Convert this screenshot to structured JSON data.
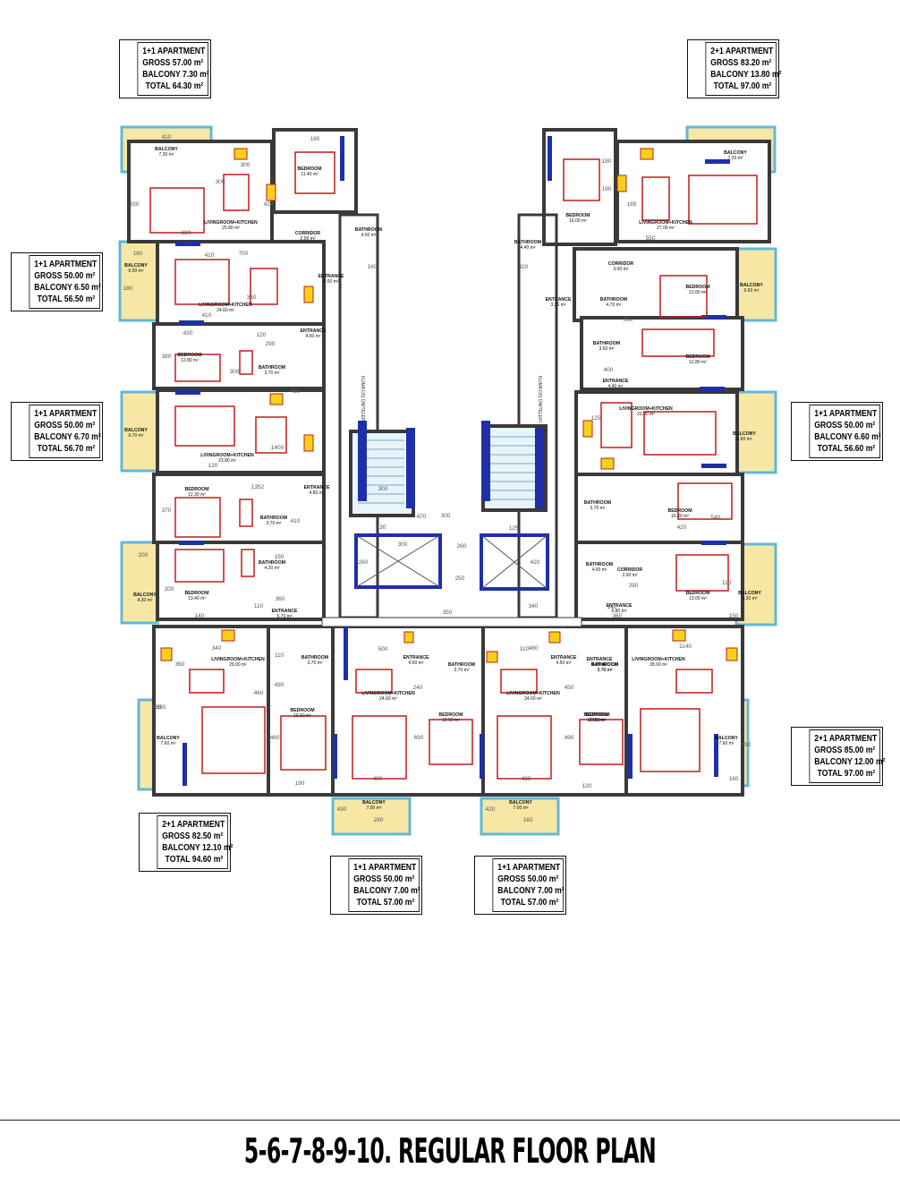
{
  "page_title": "5-6-7-8-9-10. REGULAR FLOOR PLAN",
  "colors": {
    "wall": "#3a3a3a",
    "furniture": "#c41a1a",
    "window": "#1f2fa8",
    "balcony": "#f6e7a4",
    "glass": "#62b8d8",
    "dim": "#555555"
  },
  "apartments": [
    {
      "id": "a1",
      "type": "1+1 APARTMENT",
      "gross": "GROSS 57.00 m²",
      "balcony": "BALCONY 7.30 m²",
      "total": "TOTAL 64.30 m²"
    },
    {
      "id": "a2",
      "type": "2+1 APARTMENT",
      "gross": "GROSS 83.20 m²",
      "balcony": "BALCONY 13.80 m²",
      "total": "TOTAL 97.00 m²"
    },
    {
      "id": "a3",
      "type": "1+1 APARTMENT",
      "gross": "GROSS 50.00 m²",
      "balcony": "BALCONY 6.50 m²",
      "total": "TOTAL 56.50 m²"
    },
    {
      "id": "a4",
      "type": "1+1 APARTMENT",
      "gross": "GROSS 50.00 m²",
      "balcony": "BALCONY 6.70 m²",
      "total": "TOTAL 56.70 m²"
    },
    {
      "id": "a5",
      "type": "1+1 APARTMENT",
      "gross": "GROSS 50.00 m²",
      "balcony": "BALCONY 6.60 m²",
      "total": "TOTAL 56.60 m²"
    },
    {
      "id": "a6",
      "type": "2+1 APARTMENT",
      "gross": "GROSS 85.00 m²",
      "balcony": "BALCONY 12.00 m²",
      "total": "TOTAL 97.00 m²"
    },
    {
      "id": "a7",
      "type": "2+1 APARTMENT",
      "gross": "GROSS 82.50 m²",
      "balcony": "BALCONY 12.10 m²",
      "total": "TOTAL 94.60 m²"
    },
    {
      "id": "a8",
      "type": "1+1 APARTMENT",
      "gross": "GROSS 50.00 m²",
      "balcony": "BALCONY 7.00 m²",
      "total": "TOTAL 57.00 m²"
    },
    {
      "id": "a9",
      "type": "1+1 APARTMENT",
      "gross": "GROSS 50.00 m²",
      "balcony": "BALCONY 7.00 m²",
      "total": "TOTAL 57.00 m²"
    }
  ],
  "rooms": [
    {
      "name": "BALCONY",
      "area": "7.30 m²"
    },
    {
      "name": "BEDROOM",
      "area": "11.40 m²"
    },
    {
      "name": "LIVINGROOM+KITCHEN",
      "area": "25.80 m²"
    },
    {
      "name": "CORRIDOR",
      "area": "2.00 m²"
    },
    {
      "name": "BATHROOM",
      "area": "4.00 m²"
    },
    {
      "name": "ENTRANCE",
      "area": "5.00 m²"
    },
    {
      "name": "BALCONY",
      "area": "6.50 m²"
    },
    {
      "name": "LIVINGROOM+KITCHEN",
      "area": "24.60 m²"
    },
    {
      "name": "ENTRANCE",
      "area": "4.00 m²"
    },
    {
      "name": "BEDROOM",
      "area": "12.80 m²"
    },
    {
      "name": "BATHROOM",
      "area": "3.70 m²"
    },
    {
      "name": "BALCONY",
      "area": "6.70 m²"
    },
    {
      "name": "LIVINGROOM+KITCHEN",
      "area": "23.80 m²"
    },
    {
      "name": "ENTRANCE",
      "area": "4.80 m²"
    },
    {
      "name": "BEDROOM",
      "area": "12.30 m²"
    },
    {
      "name": "BATHROOM",
      "area": "3.70 m²"
    },
    {
      "name": "BATHROOM",
      "area": "4.20 m²"
    },
    {
      "name": "BEDROOM",
      "area": "13.40 m²"
    },
    {
      "name": "BALCONY",
      "area": "4.30 m²"
    },
    {
      "name": "ENTRANCE",
      "area": "5.70 m²"
    },
    {
      "name": "LIVINGROOM+KITCHEN",
      "area": "29.00 m²"
    },
    {
      "name": "BATHROOM",
      "area": "3.70 m²"
    },
    {
      "name": "BEDROOM",
      "area": "16.60 m²"
    },
    {
      "name": "BALCONY",
      "area": "7.60 m²"
    },
    {
      "name": "ENTRANCE",
      "area": "4.50 m²"
    },
    {
      "name": "BATHROOM",
      "area": "3.70 m²"
    },
    {
      "name": "LIVINGROOM+KITCHEN",
      "area": "24.60 m²"
    },
    {
      "name": "BEDROOM",
      "area": "12.50 m²"
    },
    {
      "name": "BALCONY",
      "area": "7.00 m²"
    },
    {
      "name": "ENTRANCE",
      "area": "4.50 m²"
    },
    {
      "name": "BATHROOM",
      "area": "3.70 m²"
    },
    {
      "name": "LIVINGROOM+KITCHEN",
      "area": "24.60 m²"
    },
    {
      "name": "BEDROOM",
      "area": "12.50 m²"
    },
    {
      "name": "BALCONY",
      "area": "7.00 m²"
    },
    {
      "name": "LIVINGROOM+KITCHEN",
      "area": "28.00 m²"
    },
    {
      "name": "BATHROOM",
      "area": "3.70 m²"
    },
    {
      "name": "BEDROOM",
      "area": "12.50 m²"
    },
    {
      "name": "BALCONY",
      "area": "7.60 m²"
    },
    {
      "name": "BALCONY",
      "area": "7.20 m²"
    },
    {
      "name": "BEDROOM",
      "area": "16.00 m²"
    },
    {
      "name": "LIVINGROOM+KITCHEN",
      "area": "27.00 m²"
    },
    {
      "name": "BATHROOM",
      "area": "4.40 m²"
    },
    {
      "name": "CORRIDOR",
      "area": "3.00 m²"
    },
    {
      "name": "ENTRANCE",
      "area": "3.25 m²"
    },
    {
      "name": "BATHROOM",
      "area": "4.70 m²"
    },
    {
      "name": "BEDROOM",
      "area": "12.60 m²"
    },
    {
      "name": "BALCONY",
      "area": "6.60 m²"
    },
    {
      "name": "BATHROOM",
      "area": "3.60 m²"
    },
    {
      "name": "BEDROOM",
      "area": "12.80 m²"
    },
    {
      "name": "ENTRANCE",
      "area": "4.40 m²"
    },
    {
      "name": "LIVINGROOM+KITCHEN",
      "area": "23.00 m²"
    },
    {
      "name": "BALCONY",
      "area": "6.60 m²"
    },
    {
      "name": "BATHROOM",
      "area": "3.70 m²"
    },
    {
      "name": "BEDROOM",
      "area": "16.20 m²"
    },
    {
      "name": "BATHROOM",
      "area": "4.00 m²"
    },
    {
      "name": "CORRIDOR",
      "area": "2.00 m²"
    },
    {
      "name": "BEDROOM",
      "area": "13.00 m²"
    },
    {
      "name": "BALCONY",
      "area": "4.30 m²"
    },
    {
      "name": "ENTRANCE",
      "area": "5.80 m²"
    },
    {
      "name": "ENTRANCE",
      "area": "4.00 m²"
    }
  ],
  "shaft_labels": [
    "KLIMA DIŞ ÜNİTELERİ",
    "KLIMA DIŞ ÜNİTELERİ"
  ],
  "dimensions": [
    "410",
    "180",
    "300",
    "300",
    "550",
    "330",
    "680",
    "420",
    "180",
    "410",
    "180",
    "360",
    "700",
    "410",
    "120",
    "290",
    "430",
    "160",
    "300",
    "380",
    "460",
    "120",
    "1400",
    "1352",
    "370",
    "410",
    "470",
    "130",
    "300",
    "300",
    "125",
    "260",
    "420",
    "300",
    "260",
    "250",
    "200",
    "200",
    "360",
    "140",
    "110",
    "350",
    "340",
    "360",
    "150",
    "1140",
    "150",
    "340",
    "360",
    "500",
    "110",
    "480",
    "310",
    "460",
    "490",
    "460",
    "460",
    "690",
    "240",
    "490",
    "450",
    "190",
    "490",
    "430",
    "120",
    "430",
    "290",
    "420",
    "160",
    "390",
    "160",
    "390",
    "420",
    "190",
    "190",
    "185",
    "400",
    "530",
    "140",
    "420",
    "290",
    "110",
    "125",
    "540",
    "170",
    "360",
    "480"
  ]
}
